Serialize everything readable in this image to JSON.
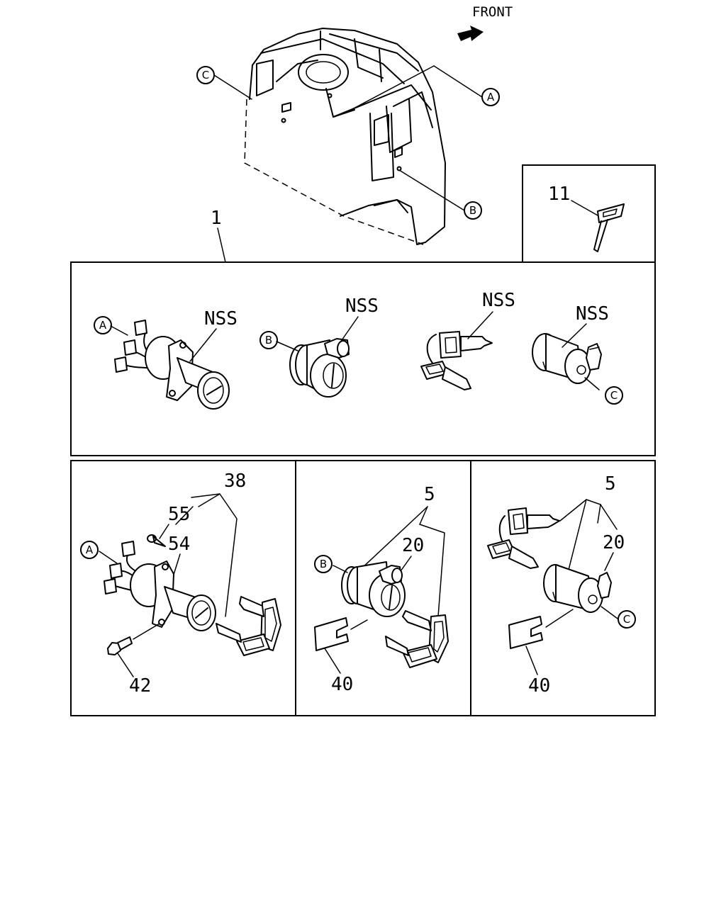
{
  "header": {
    "direction_label": "FRONT"
  },
  "callouts": {
    "cab_a": "A",
    "cab_b": "B",
    "cab_c": "C",
    "set_a": "A",
    "set_b": "B",
    "set_c": "C",
    "p38_a": "A",
    "p5_b": "B",
    "p5_c": "C"
  },
  "part_numbers": {
    "assembly": "1",
    "key": "11",
    "ignition_set": "38",
    "screw": "55",
    "ignition_switch": "54",
    "bolt": "42",
    "door_lock_set": "5",
    "lock_cylinder_left": "20",
    "lock_cylinder_right": "20",
    "clip_left": "40",
    "clip_right": "40"
  },
  "nss_labels": {
    "ignition": "NSS",
    "door_lock": "NSS",
    "keys": "NSS",
    "door_lock_c": "NSS"
  },
  "colors": {
    "line": "#000000",
    "background": "#ffffff"
  },
  "icons": {
    "front_arrow": "front-arrow-icon"
  }
}
